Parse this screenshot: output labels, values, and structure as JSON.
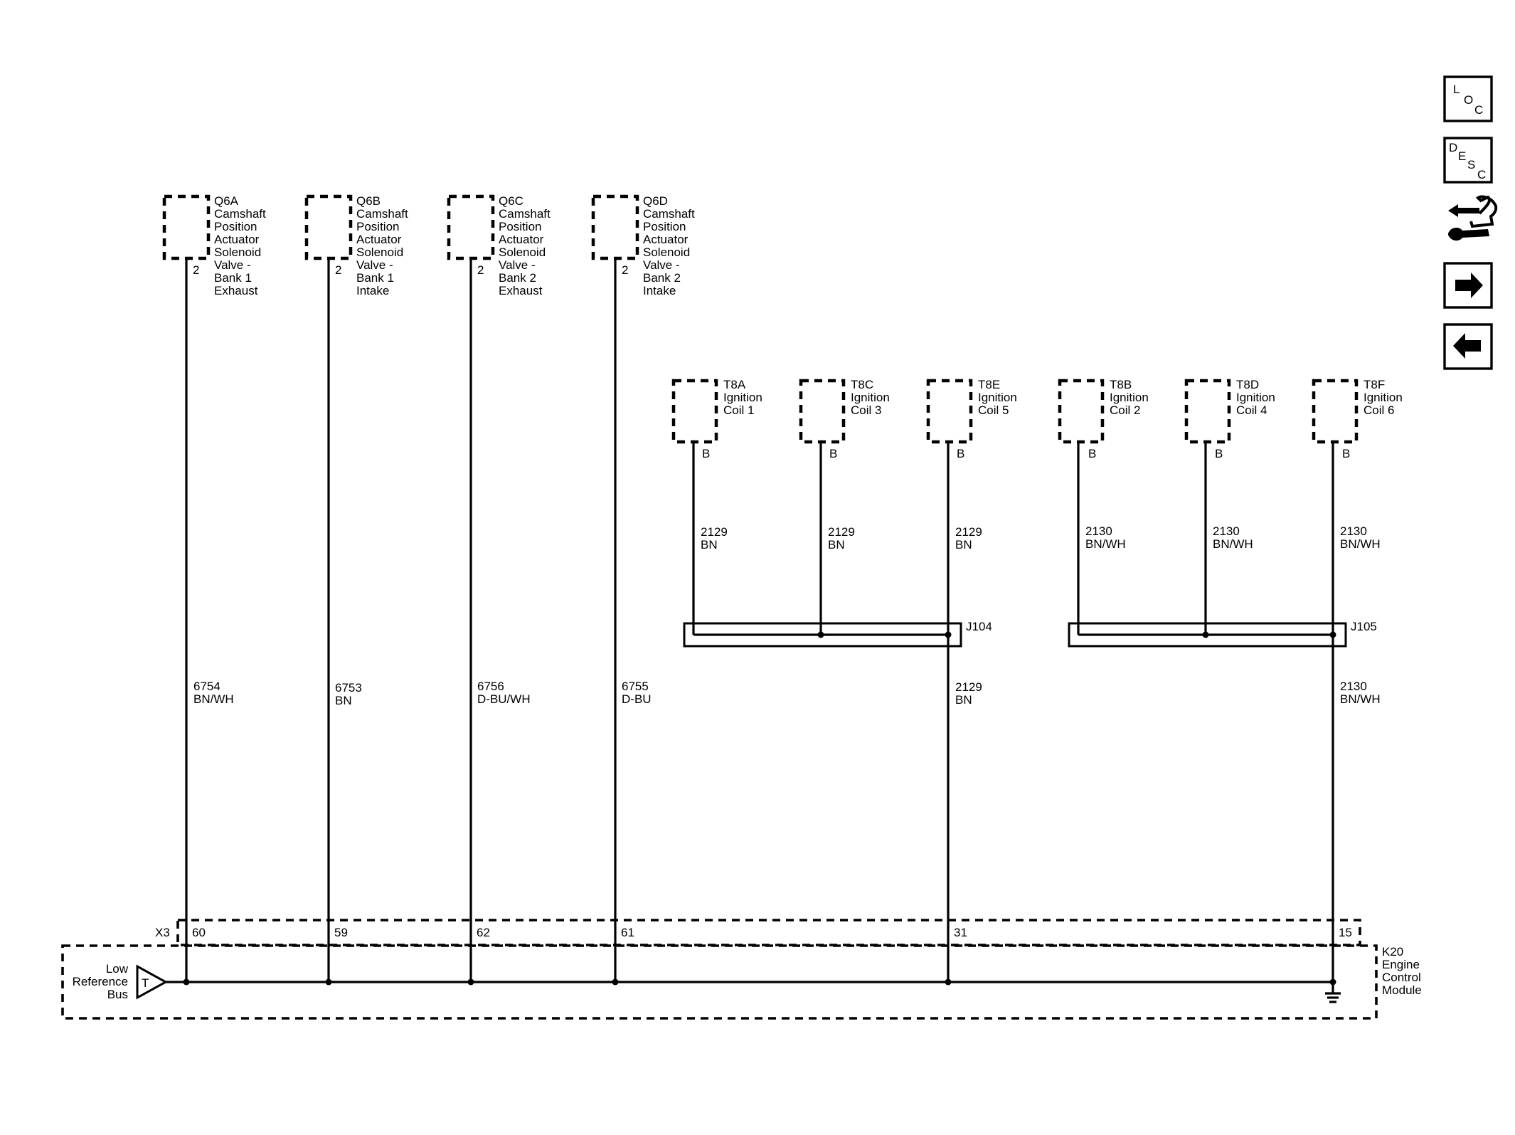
{
  "components": [
    {
      "id": "Q6A",
      "lines": [
        "Camshaft",
        "Position",
        "Actuator",
        "Solenoid",
        "Valve -",
        "Bank 1",
        "Exhaust"
      ],
      "pin": "2",
      "circuit": "6754",
      "color": "BN/WH",
      "module_pin": "60"
    },
    {
      "id": "Q6B",
      "lines": [
        "Camshaft",
        "Position",
        "Actuator",
        "Solenoid",
        "Valve -",
        "Bank 1",
        "Intake"
      ],
      "pin": "2",
      "circuit": "6753",
      "color": "BN",
      "module_pin": "59"
    },
    {
      "id": "Q6C",
      "lines": [
        "Camshaft",
        "Position",
        "Actuator",
        "Solenoid",
        "Valve -",
        "Bank 2",
        "Exhaust"
      ],
      "pin": "2",
      "circuit": "6756",
      "color": "D-BU/WH",
      "module_pin": "62"
    },
    {
      "id": "Q6D",
      "lines": [
        "Camshaft",
        "Position",
        "Actuator",
        "Solenoid",
        "Valve -",
        "Bank 2",
        "Intake"
      ],
      "pin": "2",
      "circuit": "6755",
      "color": "D-BU",
      "module_pin": "61"
    }
  ],
  "coils": [
    {
      "id": "T8A",
      "lines": [
        "Ignition",
        "Coil 1"
      ],
      "pin": "B",
      "circuit": "2129",
      "color": "BN"
    },
    {
      "id": "T8C",
      "lines": [
        "Ignition",
        "Coil 3"
      ],
      "pin": "B",
      "circuit": "2129",
      "color": "BN"
    },
    {
      "id": "T8E",
      "lines": [
        "Ignition",
        "Coil 5"
      ],
      "pin": "B",
      "circuit": "2129",
      "color": "BN"
    },
    {
      "id": "T8B",
      "lines": [
        "Ignition",
        "Coil 2"
      ],
      "pin": "B",
      "circuit": "2130",
      "color": "BN/WH"
    },
    {
      "id": "T8D",
      "lines": [
        "Ignition",
        "Coil 4"
      ],
      "pin": "B",
      "circuit": "2130",
      "color": "BN/WH"
    },
    {
      "id": "T8F",
      "lines": [
        "Ignition",
        "Coil 6"
      ],
      "pin": "B",
      "circuit": "2130",
      "color": "BN/WH"
    }
  ],
  "splices": [
    {
      "id": "J104",
      "out_circuit": "2129",
      "out_color": "BN",
      "module_pin": "31"
    },
    {
      "id": "J105",
      "out_circuit": "2130",
      "out_color": "BN/WH",
      "module_pin": "15"
    }
  ],
  "module": {
    "connector": "X3",
    "lines": [
      "K20",
      "Engine",
      "Control",
      "Module"
    ],
    "bus_lines": [
      "Low",
      "Reference",
      "Bus"
    ],
    "bus_symbol": "T"
  },
  "nav": {
    "loc": [
      "L",
      "O",
      "C"
    ],
    "desc": [
      "D",
      "E",
      "S",
      "C"
    ],
    "icons": [
      "connector-wrench-icon",
      "arrow-right-icon",
      "arrow-left-icon"
    ]
  }
}
